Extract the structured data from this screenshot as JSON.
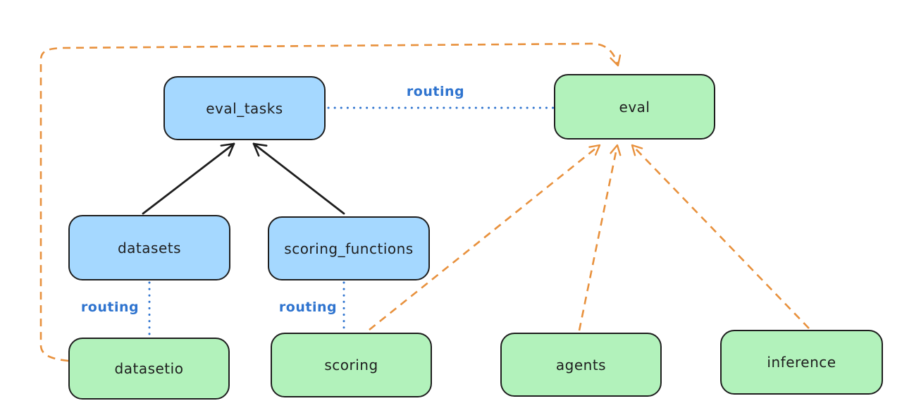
{
  "diagram": {
    "colors": {
      "background": "#ffffff",
      "node_blue_fill": "#a5d8ff",
      "node_green_fill": "#b2f2bb",
      "node_stroke": "#1e1e1e",
      "routing_blue": "#2f74cf",
      "provider_orange": "#e8913d"
    },
    "nodes": [
      {
        "id": "eval_tasks",
        "label": "eval_tasks",
        "color": "blue"
      },
      {
        "id": "eval",
        "label": "eval",
        "color": "green"
      },
      {
        "id": "datasets",
        "label": "datasets",
        "color": "blue"
      },
      {
        "id": "scoring_functions",
        "label": "scoring_functions",
        "color": "blue"
      },
      {
        "id": "datasetio",
        "label": "datasetio",
        "color": "green"
      },
      {
        "id": "scoring",
        "label": "scoring",
        "color": "green"
      },
      {
        "id": "agents",
        "label": "agents",
        "color": "green"
      },
      {
        "id": "inference",
        "label": "inference",
        "color": "green"
      }
    ],
    "edges": [
      {
        "from": "datasets",
        "to": "eval_tasks",
        "style": "solid",
        "color": "black",
        "arrow": true
      },
      {
        "from": "scoring_functions",
        "to": "eval_tasks",
        "style": "solid",
        "color": "black",
        "arrow": true
      },
      {
        "from": "eval_tasks",
        "to": "eval",
        "style": "dotted",
        "color": "blue",
        "arrow": false,
        "label": "routing"
      },
      {
        "from": "datasets",
        "to": "datasetio",
        "style": "dotted",
        "color": "blue",
        "arrow": false,
        "label": "routing"
      },
      {
        "from": "scoring_functions",
        "to": "scoring",
        "style": "dotted",
        "color": "blue",
        "arrow": false,
        "label": "routing"
      },
      {
        "from": "datasetio",
        "to": "eval",
        "style": "dashed",
        "color": "orange",
        "arrow": true
      },
      {
        "from": "scoring",
        "to": "eval",
        "style": "dashed",
        "color": "orange",
        "arrow": true
      },
      {
        "from": "agents",
        "to": "eval",
        "style": "dashed",
        "color": "orange",
        "arrow": true
      },
      {
        "from": "inference",
        "to": "eval",
        "style": "dashed",
        "color": "orange",
        "arrow": true
      }
    ]
  }
}
